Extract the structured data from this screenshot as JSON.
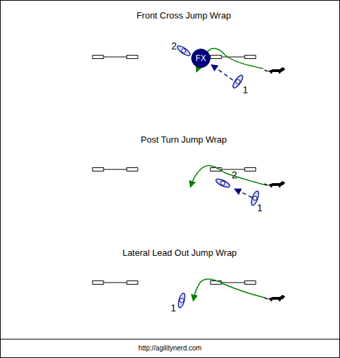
{
  "diagram": {
    "nodes": [
      {
        "text": [
          "FX"
        ]
      }
    ],
    "labels": [
      "Front Cross Jump Wrap",
      "2",
      "1",
      "Post Turn Jump Wrap",
      "2",
      "1",
      "Lateral Lead Out Jump Wrap",
      "1",
      "http://agilitynerd.com"
    ]
  }
}
